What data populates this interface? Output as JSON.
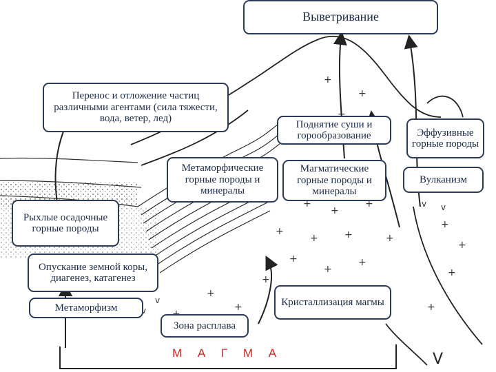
{
  "labels": {
    "weathering": "Выветривание",
    "transport": "Перенос и отложение частиц различными агентами (сила тяжести, вода, ветер, лед)",
    "uplift": "Поднятие суши и горообразование",
    "effusive": "Эффузивные горные породы",
    "metamorphic_rocks": "Метаморфические горные породы и минералы",
    "magmatic_rocks": "Магматические горные породы и минералы",
    "volcanism": "Вулканизм",
    "loose_sediments": "Рыхлые осадочные горные породы",
    "subsidence": "Опускание земной коры, диагенез, катагенез",
    "metamorphism": "Метаморфизм",
    "crystallization": "Кристаллизация магмы",
    "melt_zone": "Зона расплава",
    "magma": "М А Г М А"
  },
  "colors": {
    "box_border": "#2c3a56",
    "text": "#1b2a48",
    "magma_text": "#d0261f",
    "line": "#222222"
  }
}
